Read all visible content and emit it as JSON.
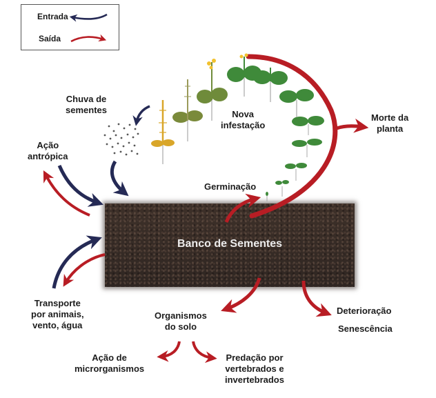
{
  "legend": {
    "entrada_label": "Entrada",
    "saida_label": "Saída",
    "entrada_color": "#252a55",
    "saida_color": "#b81d24"
  },
  "central_node": {
    "label": "Banco de Sementes"
  },
  "nodes": {
    "chuva": [
      "Chuva de",
      "sementes"
    ],
    "acao_antropica": [
      "Ação",
      "antrópica"
    ],
    "nova_infestacao": [
      "Nova",
      "infestação"
    ],
    "morte": [
      "Morte da",
      "planta"
    ],
    "germinacao": "Germinação",
    "transporte": [
      "Transporte",
      "por animais,",
      "vento, água"
    ],
    "organismos": [
      "Organismos",
      "do solo"
    ],
    "deterioracao": "Deterioração",
    "senescencia": "Senescência",
    "microrganismos": [
      "Ação de",
      "microrganismos"
    ],
    "predacao": [
      "Predação por",
      "vertebrados e",
      "invertebrados"
    ]
  },
  "colors": {
    "plant_green": "#3f8a3a",
    "plant_olive": "#7a8a3a",
    "plant_dry": "#d9a629",
    "flower": "#f2c12e",
    "root": "#a8a8a8"
  }
}
